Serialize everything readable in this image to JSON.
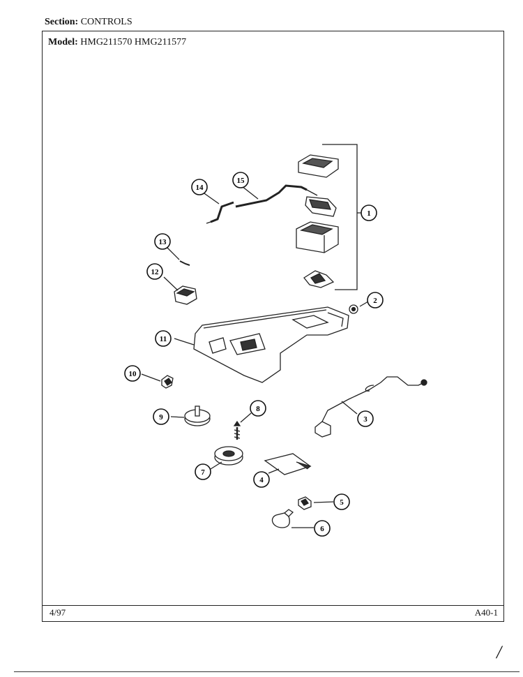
{
  "header": {
    "section_label": "Section:",
    "section_value": "CONTROLS",
    "model_label": "Model:",
    "model_value": "HMG211570  HMG211577"
  },
  "footer": {
    "date": "4/97",
    "page_code": "A40-1"
  },
  "page_mark": "/",
  "callouts": [
    {
      "n": "1"
    },
    {
      "n": "2"
    },
    {
      "n": "3"
    },
    {
      "n": "4"
    },
    {
      "n": "5"
    },
    {
      "n": "6"
    },
    {
      "n": "7"
    },
    {
      "n": "8"
    },
    {
      "n": "9"
    },
    {
      "n": "10"
    },
    {
      "n": "11"
    },
    {
      "n": "12"
    },
    {
      "n": "13"
    },
    {
      "n": "14"
    },
    {
      "n": "15"
    }
  ]
}
